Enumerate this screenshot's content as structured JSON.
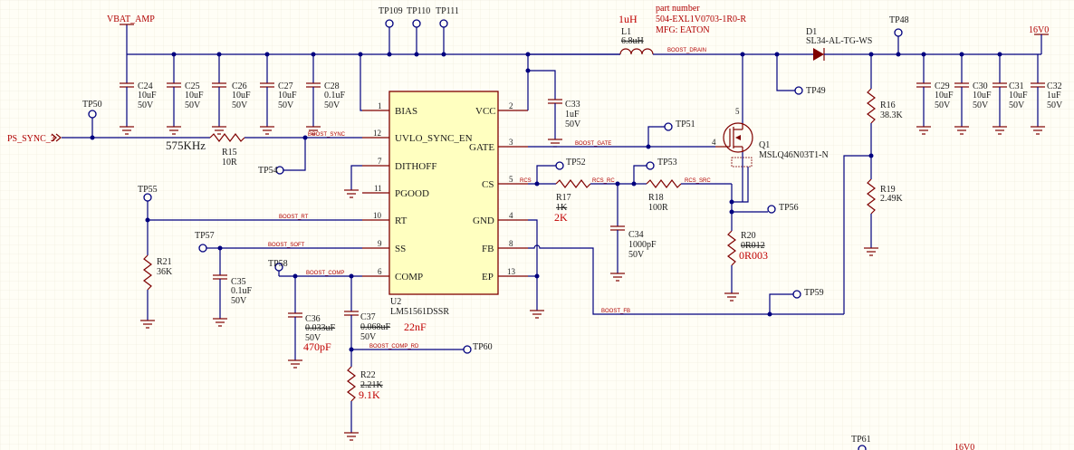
{
  "nets": {
    "vbat": "VBAT_AMP",
    "out": "16V0",
    "out_bottom": "16V0",
    "ps_sync": "PS_SYNC_3",
    "boost_sync": "BOOST_SYNC",
    "boost_drain": "BOOST_DRAIN",
    "boost_gate": "BOOST_GATE",
    "rcs": "RCS",
    "rcs_rc": "RCS_RC",
    "rcs_src": "RCS_SRC",
    "boost_rt": "BOOST_RT",
    "boost_soft": "BOOST_SOFT",
    "boost_comp": "BOOST_COMP",
    "boost_comp_rd": "BOOST_COMP_RD",
    "boost_fb": "BOOST_FB"
  },
  "testpoints": {
    "tp109": "TP109",
    "tp110": "TP110",
    "tp111": "TP111",
    "tp48": "TP48",
    "tp49": "TP49",
    "tp50": "TP50",
    "tp51": "TP51",
    "tp52": "TP52",
    "tp53": "TP53",
    "tp54": "TP54",
    "tp55": "TP55",
    "tp56": "TP56",
    "tp57": "TP57",
    "tp58": "TP58",
    "tp59": "TP59",
    "tp60": "TP60",
    "tp61": "TP61"
  },
  "ic": {
    "ref": "U2",
    "part": "LM51561DSSR",
    "left_pins": [
      {
        "num": "1",
        "name": "BIAS"
      },
      {
        "num": "12",
        "name": "UVLO_SYNC_EN"
      },
      {
        "num": "7",
        "name": "DITHOFF"
      },
      {
        "num": "11",
        "name": "PGOOD"
      },
      {
        "num": "10",
        "name": "RT"
      },
      {
        "num": "9",
        "name": "SS"
      },
      {
        "num": "6",
        "name": "COMP"
      }
    ],
    "right_pins": [
      {
        "num": "2",
        "name": "VCC"
      },
      {
        "num": "3",
        "name": "GATE"
      },
      {
        "num": "5",
        "name": "CS"
      },
      {
        "num": "4",
        "name": "GND"
      },
      {
        "num": "8",
        "name": "FB"
      },
      {
        "num": "13",
        "name": "EP"
      }
    ]
  },
  "inductor": {
    "ref": "L1",
    "value": "6.8uH",
    "new_value": "1uH",
    "part_number_label": "part number",
    "part_number": "504-EXL1V0703-1R0-R",
    "mfg": "MFG: EATON"
  },
  "diode": {
    "ref": "D1",
    "part": "SL34-AL-TG-WS"
  },
  "mosfet": {
    "ref": "Q1",
    "part": "MSLQ46N03T1-N",
    "pins": [
      "4",
      "5"
    ]
  },
  "caps": {
    "c24": {
      "ref": "C24",
      "value": "10uF",
      "voltage": "50V"
    },
    "c25": {
      "ref": "C25",
      "value": "10uF",
      "voltage": "50V"
    },
    "c26": {
      "ref": "C26",
      "value": "10uF",
      "voltage": "50V"
    },
    "c27": {
      "ref": "C27",
      "value": "10uF",
      "voltage": "50V"
    },
    "c28": {
      "ref": "C28",
      "value": "0.1uF",
      "voltage": "50V"
    },
    "c33": {
      "ref": "C33",
      "value": "1uF",
      "voltage": "50V"
    },
    "c29": {
      "ref": "C29",
      "value": "10uF",
      "voltage": "50V"
    },
    "c30": {
      "ref": "C30",
      "value": "10uF",
      "voltage": "50V"
    },
    "c31": {
      "ref": "C31",
      "value": "10uF",
      "voltage": "50V"
    },
    "c32": {
      "ref": "C32",
      "value": "1uF",
      "voltage": "50V"
    },
    "c34": {
      "ref": "C34",
      "value": "1000pF",
      "voltage": "50V"
    },
    "c35": {
      "ref": "C35",
      "value": "0.1uF",
      "voltage": "50V"
    },
    "c36": {
      "ref": "C36",
      "value": "0.033uF",
      "voltage": "50V",
      "new_value": "470pF"
    },
    "c37": {
      "ref": "C37",
      "value": "0.068uF",
      "voltage": "50V",
      "new_value": "22nF"
    }
  },
  "resistors": {
    "r15": {
      "ref": "R15",
      "value": "10R"
    },
    "r16": {
      "ref": "R16",
      "value": "38.3K"
    },
    "r17": {
      "ref": "R17",
      "value": "1K",
      "new_value": "2K"
    },
    "r18": {
      "ref": "R18",
      "value": "100R"
    },
    "r19": {
      "ref": "R19",
      "value": "2.49K"
    },
    "r20": {
      "ref": "R20",
      "value": "0R012",
      "new_value": "0R003"
    },
    "r21": {
      "ref": "R21",
      "value": "36K"
    },
    "r22": {
      "ref": "R22",
      "value": "2.21K",
      "new_value": "9.1K"
    }
  },
  "annotations": {
    "sync_freq": "575KHz"
  },
  "colors": {
    "wire": "#00007f",
    "part": "#7f0000",
    "edit": "#c00000",
    "background": "#fffef6",
    "ic_fill": "#ffffc0"
  }
}
